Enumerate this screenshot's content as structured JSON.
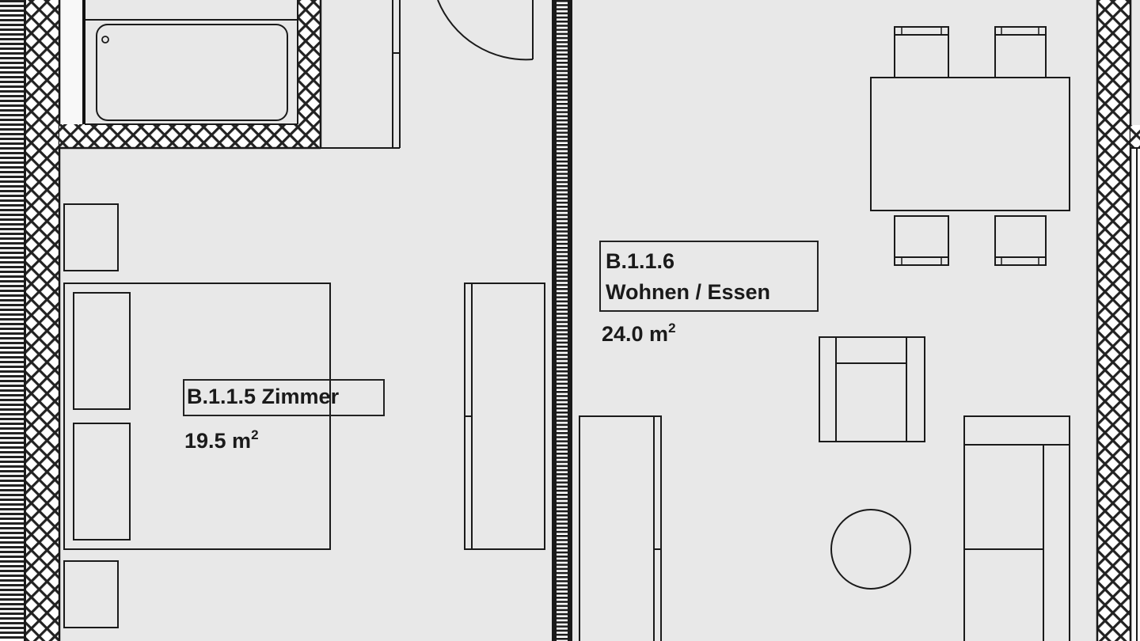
{
  "plan": {
    "colors": {
      "background": "#e8e8e8",
      "line": "#1a1a1a",
      "hatch_light": "#ffffff",
      "hatch_dark": "#222222"
    },
    "rooms": [
      {
        "id": "B.1.1.5",
        "name_line": "B.1.1.5 Zimmer",
        "area_value": "19.5 m",
        "area_exponent": "2"
      },
      {
        "id": "B.1.1.6",
        "name_line1": "B.1.1.6",
        "name_line2": "Wohnen / Essen",
        "area_value": "24.0 m",
        "area_exponent": "2"
      }
    ],
    "furniture": [
      "bathtub",
      "door-swing",
      "wardrobe-bathroom",
      "nightstand-top",
      "double-bed",
      "pillow-top",
      "pillow-bottom",
      "nightstand-bottom",
      "wardrobe-bedroom",
      "dining-table",
      "dining-chair-top-left",
      "dining-chair-top-right",
      "dining-chair-bottom-left",
      "dining-chair-bottom-right",
      "armchair",
      "coffee-table-round",
      "sofa",
      "sideboard"
    ]
  }
}
